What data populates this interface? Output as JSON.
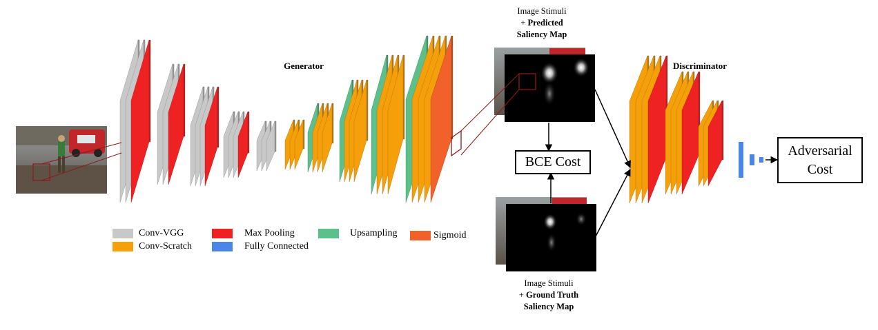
{
  "generator": {
    "title": "Generator"
  },
  "discriminator": {
    "title": "Discriminator"
  },
  "predicted": {
    "line1": "Image Stimuli",
    "line2_prefix": "+ ",
    "line2_bold": "Predicted",
    "line3": "Saliency Map"
  },
  "ground_truth": {
    "line1": "Image Stimuli",
    "line2_prefix": "+ ",
    "line2_bold": "Ground Truth",
    "line3": "Saliency Map"
  },
  "bce": {
    "label": "BCE Cost"
  },
  "adversarial": {
    "line1": "Adversarial",
    "line2": "Cost"
  },
  "legend": [
    {
      "label": "Conv-VGG",
      "color": "#c8c8c8"
    },
    {
      "label": "Conv-Scratch",
      "color": "#f5a00a"
    },
    {
      "label": "Max Pooling",
      "color": "#ee2222"
    },
    {
      "label": "Fully Connected",
      "color": "#4a86e8"
    },
    {
      "label": "Upsampling",
      "color": "#5cc08a"
    },
    {
      "label": "Sigmoid",
      "color": "#f0622a"
    }
  ],
  "colors": {
    "conv_vgg": "#c8c8c8",
    "conv_scratch": "#f5a00a",
    "max_pooling": "#ee2222",
    "fully_connected": "#4a86e8",
    "upsampling": "#5cc08a",
    "sigmoid": "#f0622a",
    "highlight": "#8b1a1a"
  }
}
